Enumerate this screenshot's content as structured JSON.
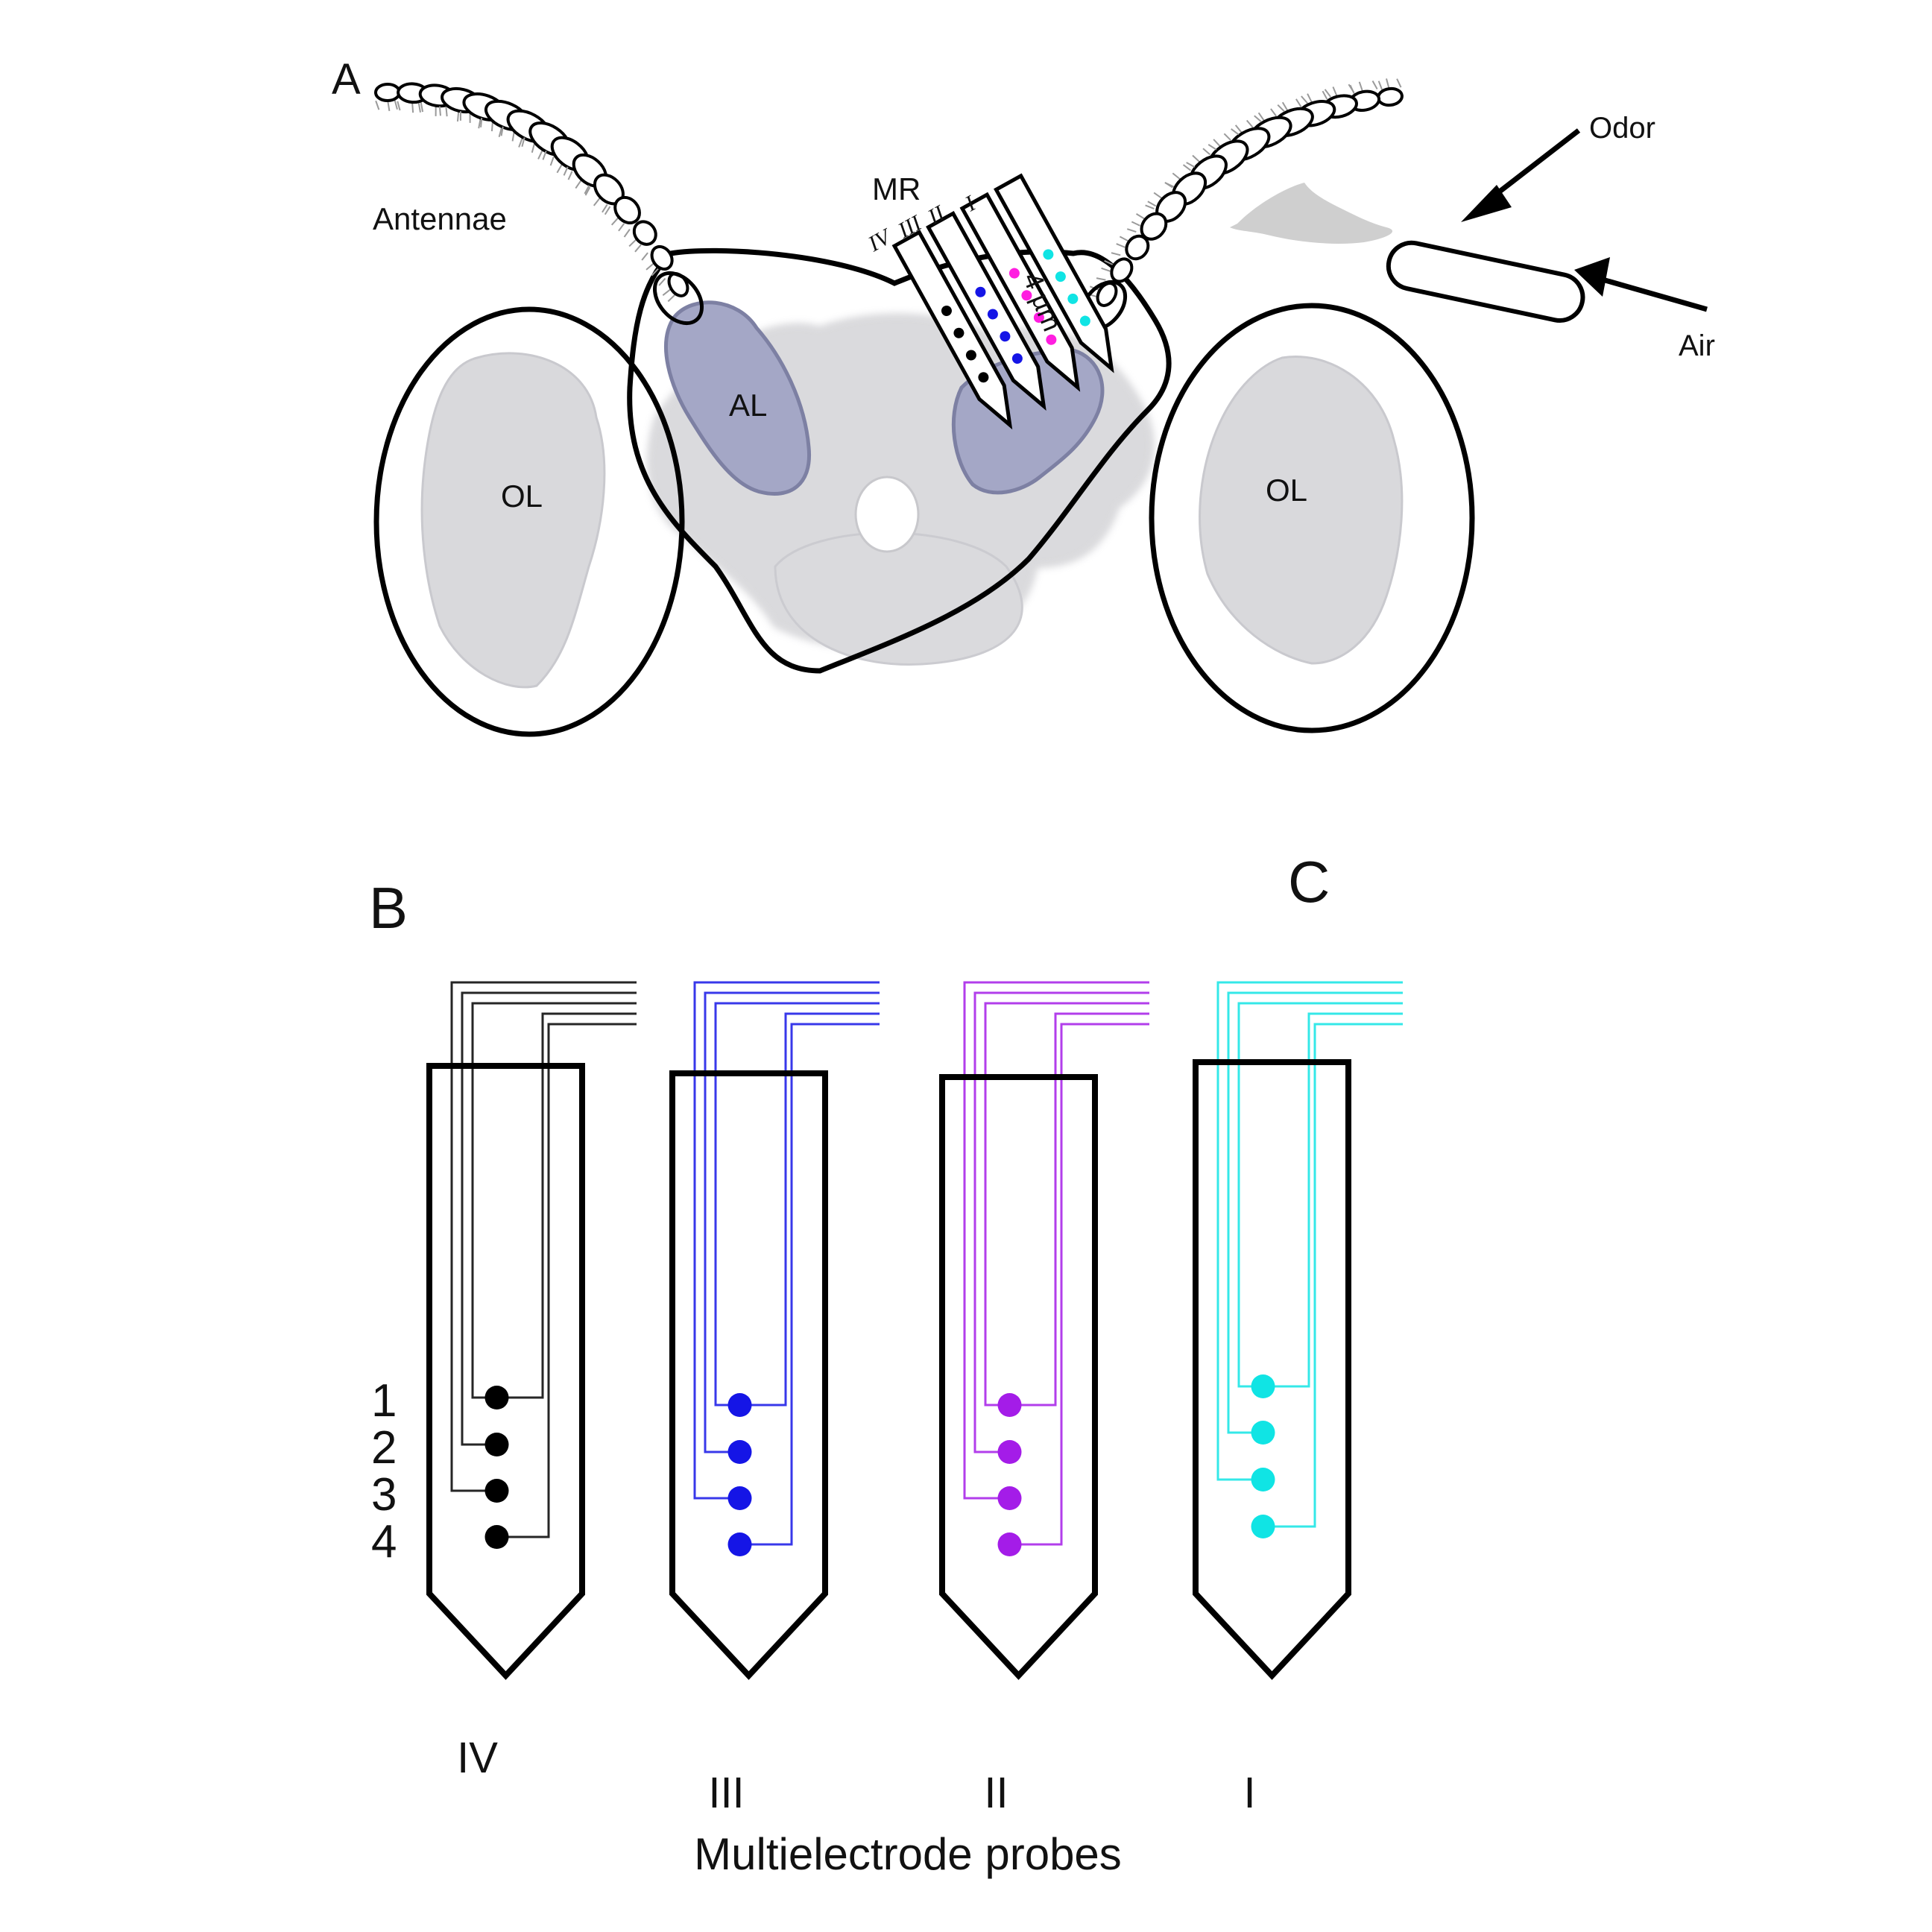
{
  "panel_a": {
    "panel_letter": "A",
    "antennae_label": "Antennae",
    "mr_label": "MR",
    "probe_ids": [
      "IV",
      "III",
      "II",
      "I"
    ],
    "scale_label": "4 µm",
    "al_label": "AL",
    "ol_left_label": "OL",
    "ol_right_label": "OL",
    "odor_label": "Odor",
    "air_label": "Air"
  },
  "panel_b": {
    "panel_letter": "B",
    "site_numbers": [
      "1",
      "2",
      "3",
      "4"
    ]
  },
  "panel_c": {
    "panel_letter": "C",
    "probes": [
      {
        "id": "IV",
        "color": "#000000"
      },
      {
        "id": "III",
        "color": "#1515e6"
      },
      {
        "id": "II",
        "color": "#a41ce8"
      },
      {
        "id": "I",
        "color": "#10e4e4"
      }
    ],
    "caption": "Multielectrode probes"
  },
  "colors": {
    "brain_tissue": "#d9d9dc",
    "antennal_lobe": "#a4a7c6",
    "outline": "#000000",
    "odor_plume": "#cfcfcf",
    "magenta_site": "#ff1ee0"
  }
}
